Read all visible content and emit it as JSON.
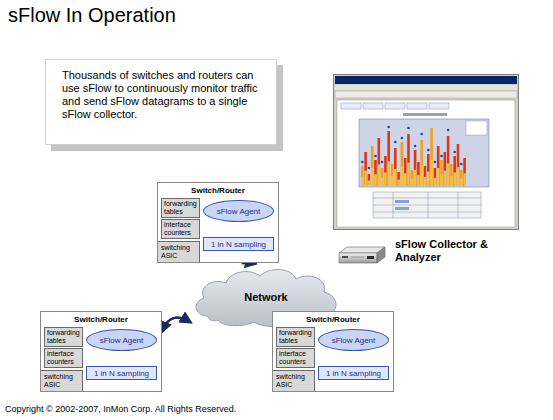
{
  "diagram": {
    "title": "sFlow In Operation",
    "nodes": [
      {
        "text": [
          "Thousands of switches and routers can use sFlow to continuously monitor traffic and send sFlow datagrams to a single sFlow collector."
        ]
      },
      {
        "text": [
          "sFlow Collector & Analyzer"
        ]
      },
      {
        "text": [
          "Switch/Router"
        ]
      },
      {
        "text": [
          "forwarding tables"
        ],
        "in": 2
      },
      {
        "text": [
          "interface counters"
        ],
        "in": 2
      },
      {
        "text": [
          "sFlow Agent"
        ],
        "in": 2
      },
      {
        "text": [
          "switching ASIC"
        ],
        "in": 2
      },
      {
        "text": [
          "1 in N sampling"
        ],
        "in": 2
      },
      {
        "text": [
          "Network"
        ]
      },
      {
        "text": [
          "Switch/Router"
        ]
      },
      {
        "text": [
          "forwarding tables"
        ],
        "in": 9
      },
      {
        "text": [
          "interface counters"
        ],
        "in": 9
      },
      {
        "text": [
          "sFlow Agent"
        ],
        "in": 9
      },
      {
        "text": [
          "switching ASIC"
        ],
        "in": 9
      },
      {
        "text": [
          "1 in N sampling"
        ],
        "in": 9
      },
      {
        "text": [
          "Switch/Router"
        ]
      },
      {
        "text": [
          "forwarding tables"
        ],
        "in": 15
      },
      {
        "text": [
          "interface counters"
        ],
        "in": 15
      },
      {
        "text": [
          "sFlow Agent"
        ],
        "in": 15
      },
      {
        "text": [
          "switching ASIC"
        ],
        "in": 15
      },
      {
        "text": [
          "1 in N sampling"
        ],
        "in": 15
      }
    ],
    "edges": [
      {
        "from": 8,
        "to": 2,
        "arrow": "both"
      },
      {
        "from": 8,
        "to": 9,
        "arrow": "both"
      },
      {
        "from": 8,
        "to": 15,
        "arrow": "both"
      }
    ],
    "labels": [
      "Copyright © 2002-2007, InMon Corp. All Rights Reserved."
    ]
  }
}
